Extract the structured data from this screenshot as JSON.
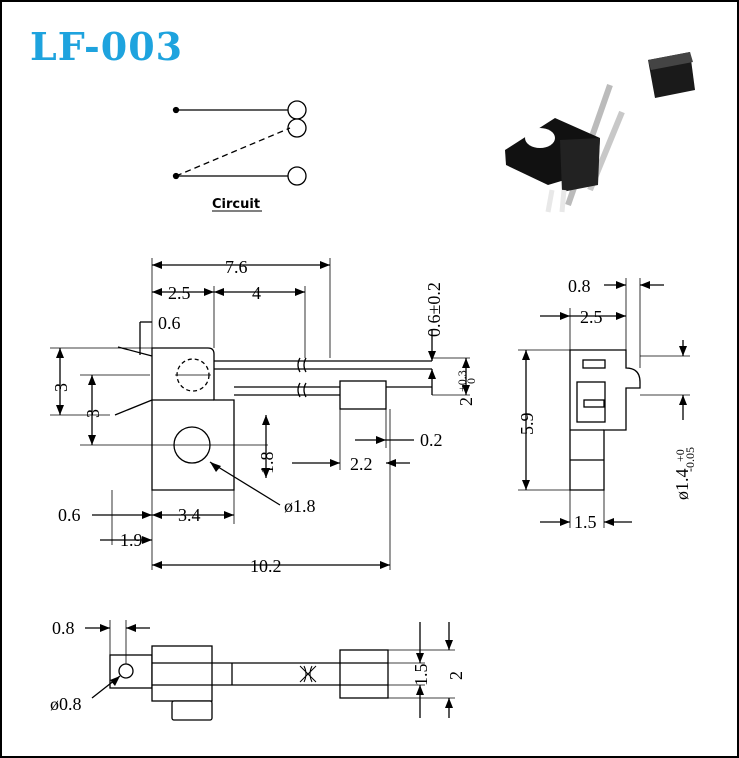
{
  "title": "LF-003",
  "circuit": {
    "label": "Circuit"
  },
  "front_view": {
    "dims": {
      "overall_width": "7.6",
      "left_offset": "2.5",
      "pin_span": "4",
      "top_gap": "0.6",
      "height_3a": "3",
      "height_3b": "3",
      "pin_thickness": "0.6±0.2",
      "lead_spacing_main": "2",
      "lead_spacing_tol_up": "+0.3",
      "lead_spacing_tol_down": "0",
      "gap_small": "0.2",
      "sleeve_len": "2.2",
      "hole_height": "1.8",
      "hole_dia": "ø1.8",
      "left_margin": "0.6",
      "body_width": "3.4",
      "left_step": "1.9",
      "total_len": "10.2"
    }
  },
  "side_view": {
    "dims": {
      "top_w": "0.8",
      "mid_w": "2.5",
      "height": "5.9",
      "bottom_w": "1.5",
      "pin_dia_main": "ø1.4",
      "pin_dia_tol_up": "+0",
      "pin_dia_tol_down": "-0.05"
    }
  },
  "bottom_view": {
    "dims": {
      "left_w": "0.8",
      "hole_dia": "ø0.8",
      "inner_h": "1.5",
      "outer_h": "2"
    }
  },
  "colors": {
    "title": "#1ea3de",
    "line": "#000000",
    "frame": "#000000"
  }
}
